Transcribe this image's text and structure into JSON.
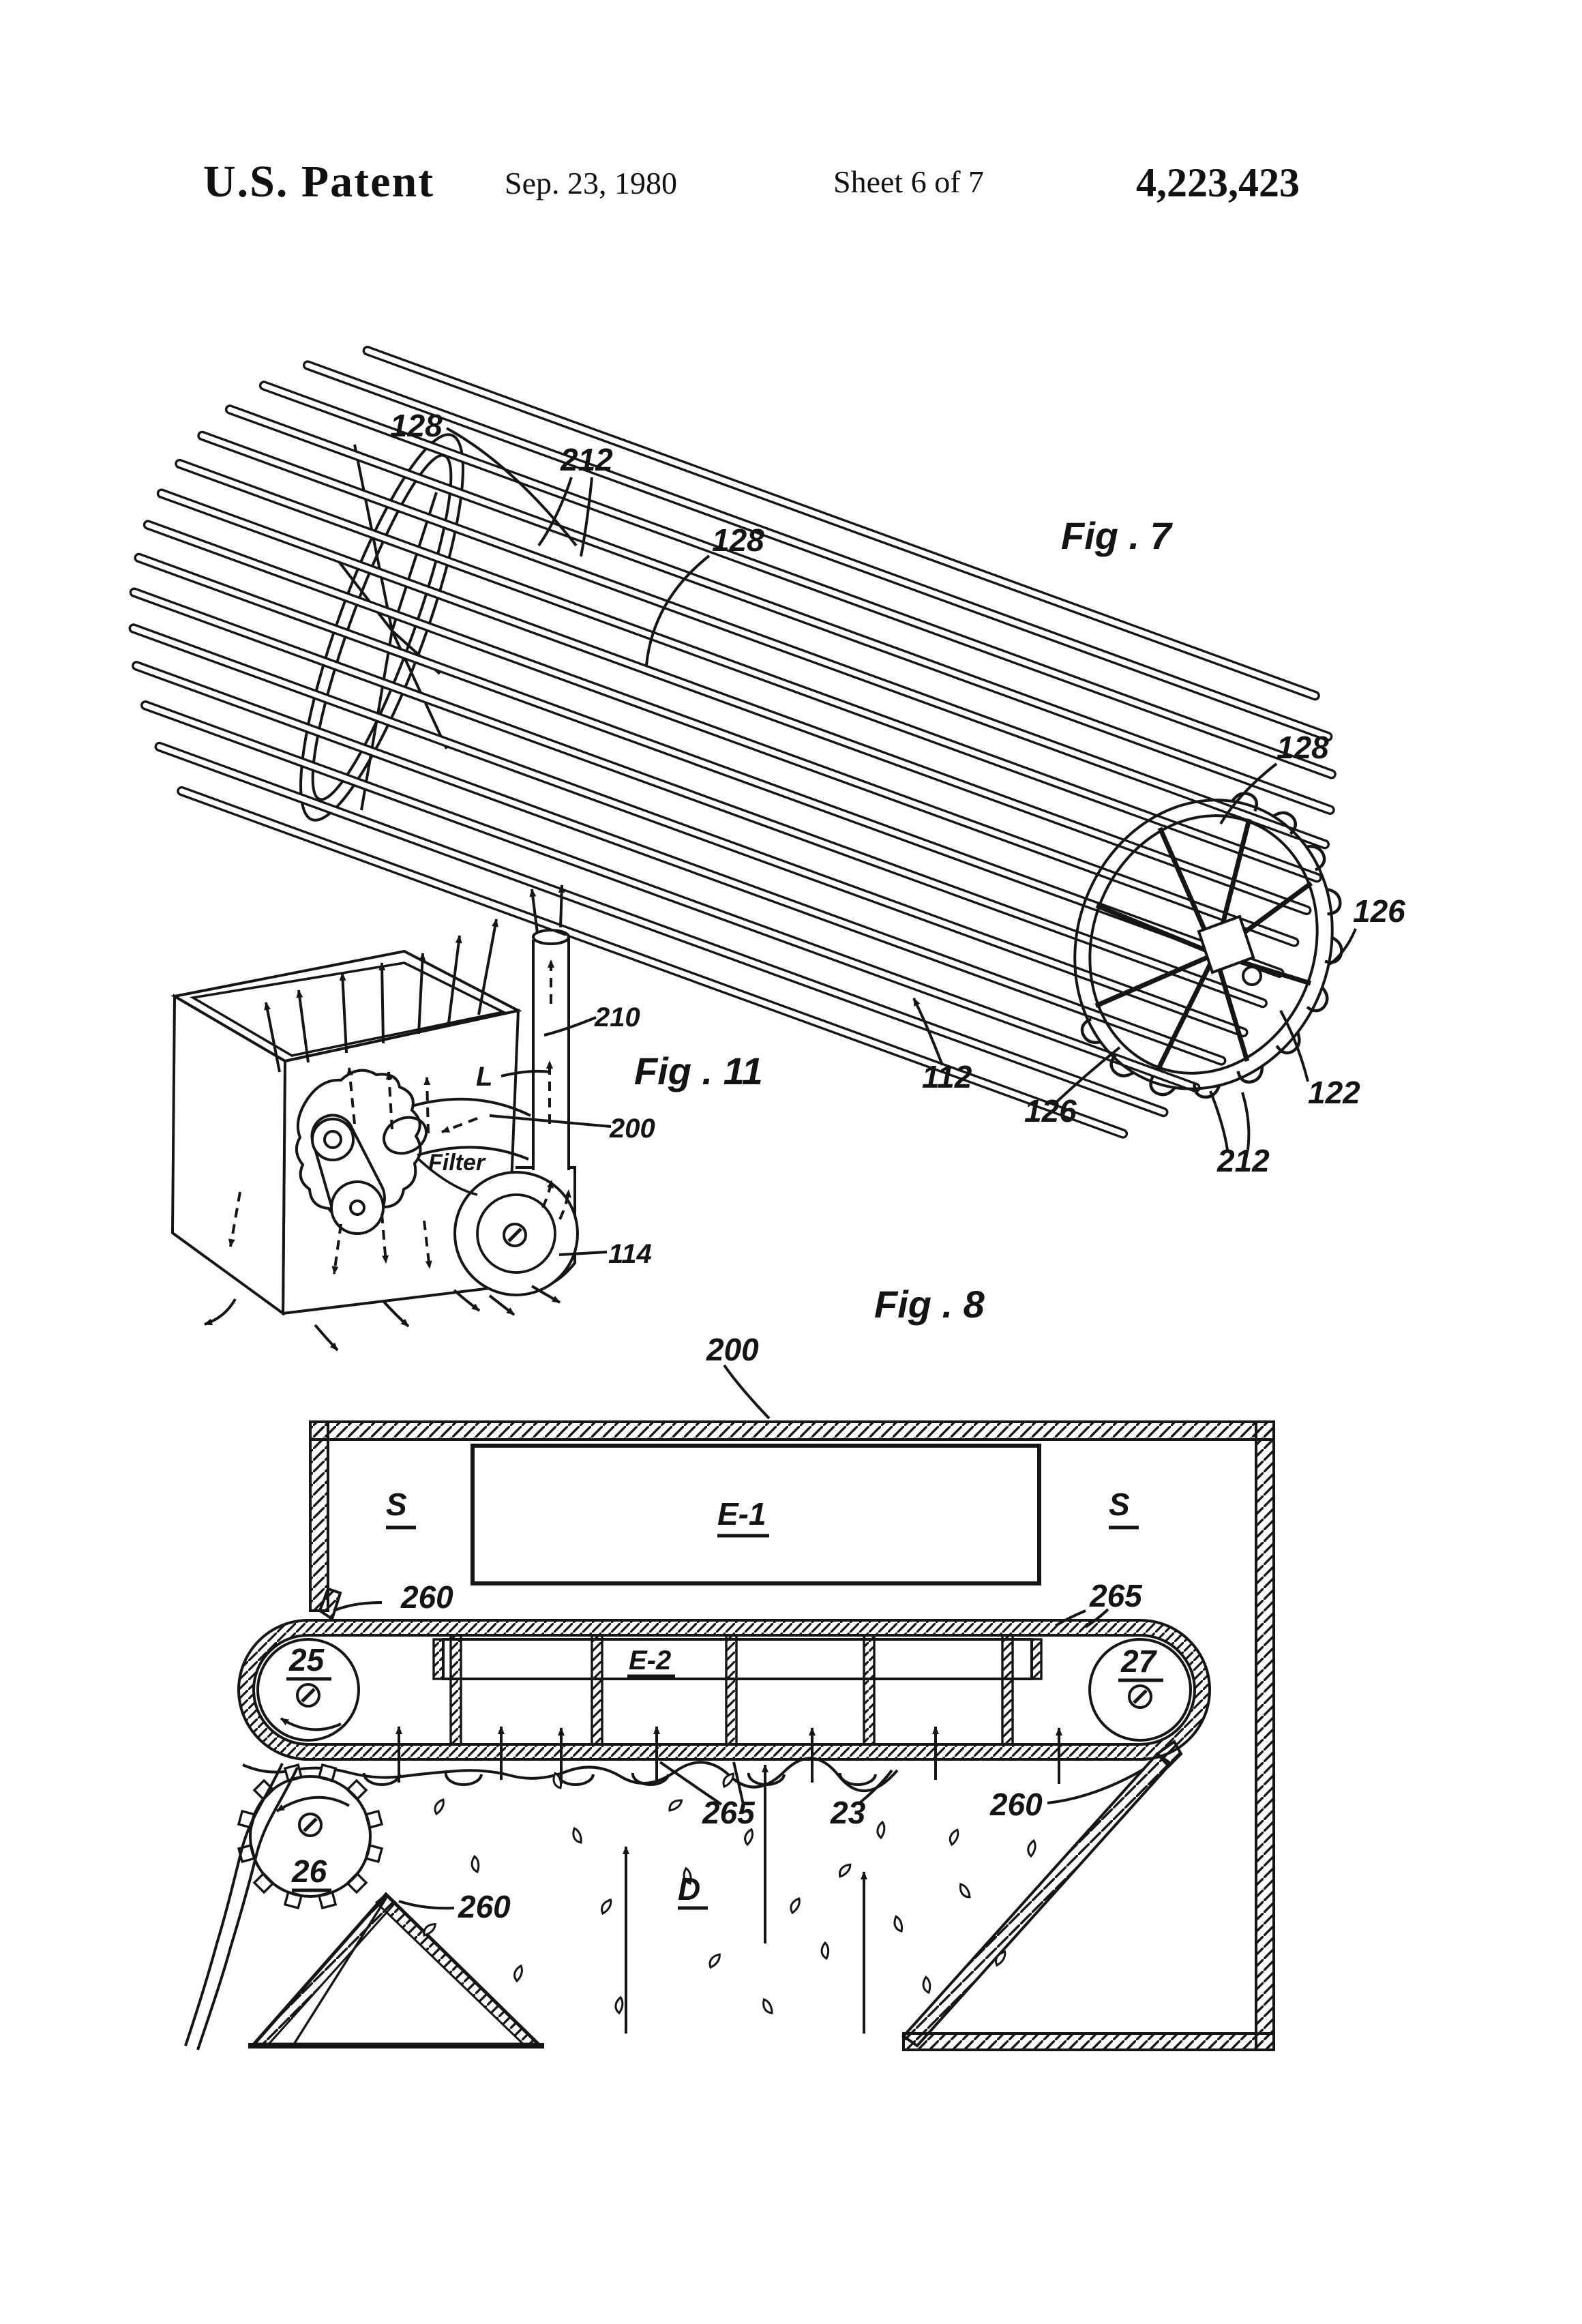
{
  "header": {
    "title": "U.S. Patent",
    "date": "Sep. 23, 1980",
    "sheet": "Sheet 6 of 7",
    "patent_number": "4,223,423"
  },
  "colors": {
    "ink": "#151515",
    "paper": "#ffffff"
  },
  "fig7": {
    "caption": "Fig . 7",
    "labels": {
      "tine_128_top": "128",
      "wire_212_top": "212",
      "tine_128_mid": "128",
      "tine_128_right": "128",
      "spider_126_right": "126",
      "drum_112": "112",
      "spider_126_bottom": "126",
      "hook_122": "122",
      "wire_212_bottom": "212"
    }
  },
  "fig11": {
    "caption": "Fig . 11",
    "labels": {
      "duct_210": "210",
      "lint_L": "L",
      "housing_200": "200",
      "filter_word": "Filter",
      "blower_114": "114"
    }
  },
  "fig8": {
    "caption": "Fig . 8",
    "labels": {
      "housing_200": "200",
      "s_left": "S",
      "s_right": "S",
      "element_e1": "E-1",
      "element_e2": "E-2",
      "belt_260_topleft": "260",
      "belt_265_topright": "265",
      "roller_25": "25",
      "roller_27": "27",
      "dividers_265": "265",
      "web_23": "23",
      "ramp_260_right": "260",
      "sprocket_26": "26",
      "apron_260_left": "260",
      "duct_D": "D"
    }
  }
}
